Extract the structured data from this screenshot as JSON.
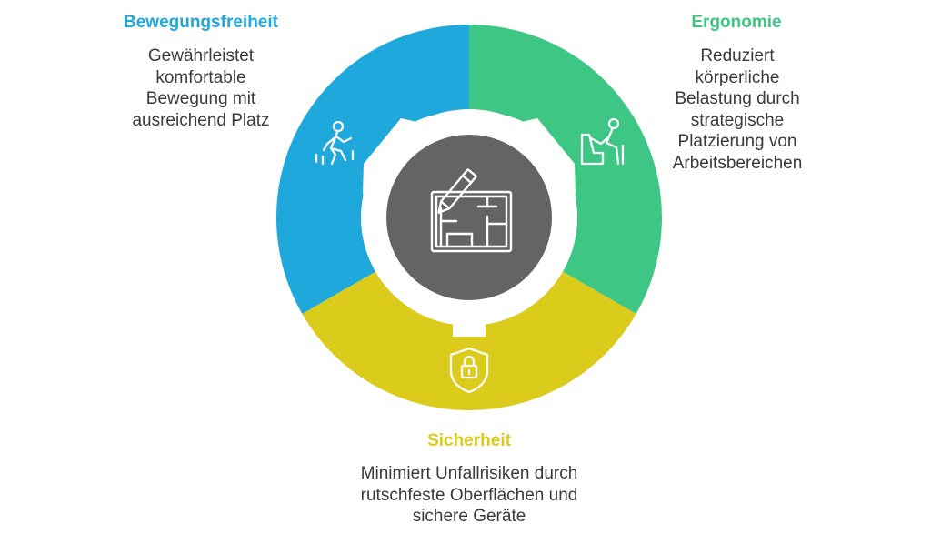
{
  "colors": {
    "movement": "#1FA8DC",
    "ergonomics": "#3EC784",
    "safety": "#DBCB1A",
    "center": "#646464",
    "icon_stroke": "#ffffff",
    "text": "#3a3a3a"
  },
  "sections": {
    "movement": {
      "title": "Bewegungsfreiheit",
      "desc": [
        "Gewährleistet",
        "komfortable",
        "Bewegung mit",
        "ausreichend Platz"
      ],
      "icon": "walking-person-icon"
    },
    "ergonomics": {
      "title": "Ergonomie",
      "desc": [
        "Reduziert",
        "körperliche",
        "Belastung durch",
        "strategische",
        "Platzierung von",
        "Arbeitsbereichen"
      ],
      "icon": "person-at-desk-icon"
    },
    "safety": {
      "title": "Sicherheit",
      "desc": [
        "Minimiert Unfallrisiken durch",
        "rutschfeste Oberflächen und",
        "sichere Geräte"
      ],
      "icon": "shield-lock-icon"
    }
  },
  "center": {
    "icon": "floor-plan-pencil-icon"
  }
}
